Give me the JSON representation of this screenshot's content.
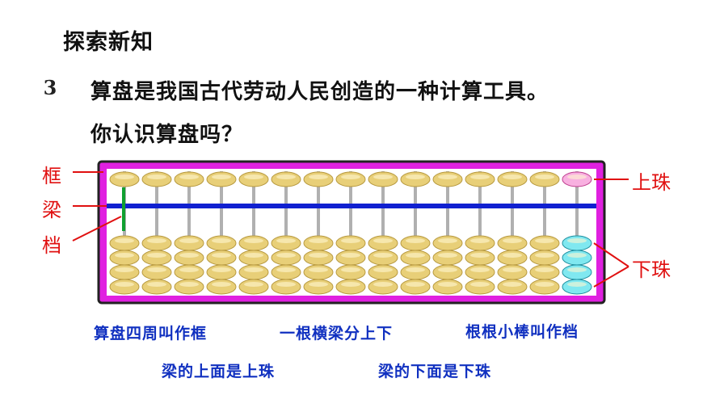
{
  "header": {
    "title": "探索新知"
  },
  "problem": {
    "number": "3",
    "line1": "算盘是我国古代劳动人民创造的一种计算工具。",
    "line2": "你认识算盘吗？"
  },
  "abacus_labels": {
    "frame": "框",
    "beam": "梁",
    "rod": "档",
    "upper_bead": "上珠",
    "lower_bead": "下珠"
  },
  "notes": [
    "算盘四周叫作框",
    "一根横梁分上下",
    "根根小棒叫作档",
    "梁的上面是上珠",
    "梁的下面是下珠"
  ],
  "colors": {
    "frame": "#e020e0",
    "beam": "#1020d0",
    "rod_highlight": "#10a030",
    "bead": "#e8cf78",
    "upper_highlight": "#f8b0e0",
    "lower_highlight": "#80e8f0",
    "label": "#e01010",
    "note": "#1030c0"
  }
}
